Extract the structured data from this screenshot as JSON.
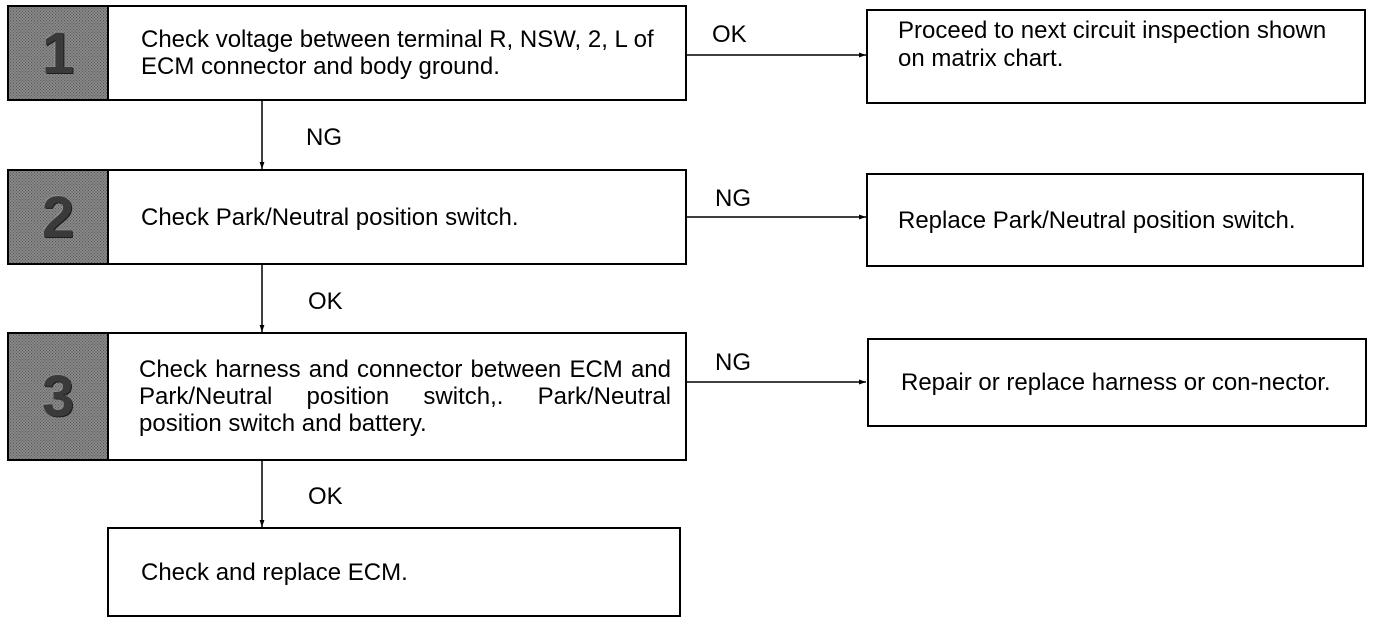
{
  "steps": [
    {
      "number": "1",
      "text": "Check voltage between terminal R, NSW, 2, L of ECM connector and body ground."
    },
    {
      "number": "2",
      "text": "Check Park/Neutral position switch."
    },
    {
      "number": "3",
      "text": "Check harness and connector between ECM and Park/Neutral position switch,. Park/Neutral position switch and battery."
    }
  ],
  "results": [
    {
      "text": "Proceed to next circuit inspection shown on matrix chart."
    },
    {
      "text": "Replace Park/Neutral position switch."
    },
    {
      "text": "Repair or replace harness or con-nector."
    }
  ],
  "final": {
    "text": "Check and replace ECM."
  },
  "labels": {
    "step1_right": "OK",
    "step1_down": "NG",
    "step2_right": "NG",
    "step2_down": "OK",
    "step3_right": "NG",
    "step3_down": "OK"
  }
}
